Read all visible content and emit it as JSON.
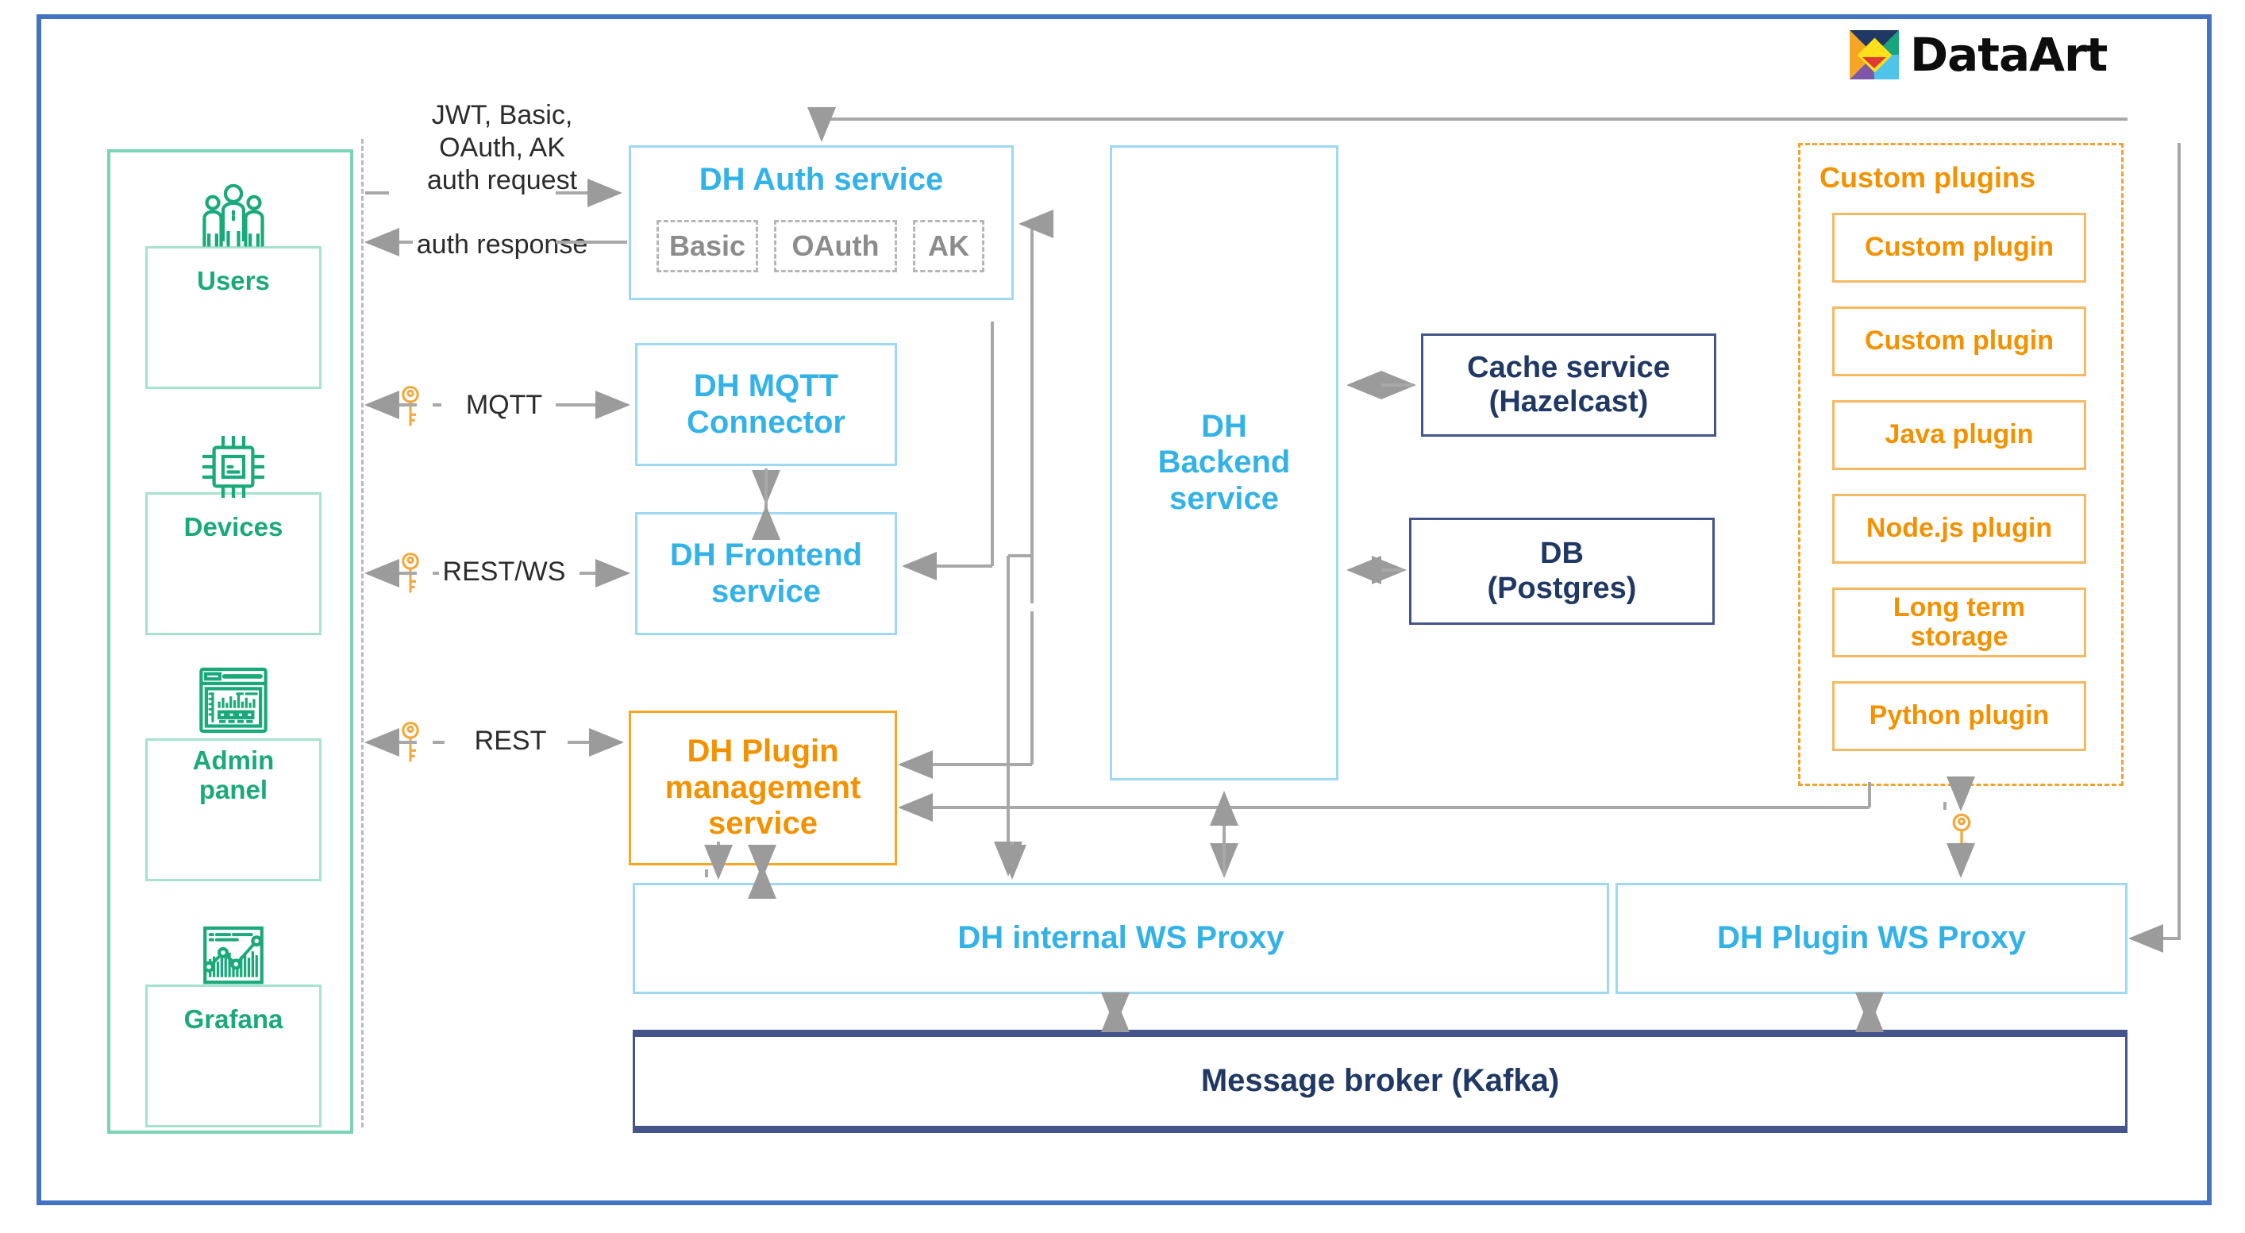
{
  "brand": {
    "name": "DataArt",
    "logo_colors": {
      "orange": "#F5A623",
      "navy": "#1F3864",
      "green": "#18A47C",
      "yellow": "#FFE01B",
      "red": "#E03A34",
      "purple": "#7E57A6",
      "cyan": "#4FC3E8"
    },
    "frame_color": "#4573C4"
  },
  "palette": {
    "blue": "#33B2E8",
    "blue_border": "#9ED8F2",
    "orange": "#F39200",
    "orange_border": "#F5A623",
    "green": "#1AA97A",
    "green_border": "#79D4B4",
    "navy": "#1F3864",
    "navy_border": "#44558C",
    "gray_line": "#A6A6A6"
  },
  "clients": {
    "items": [
      {
        "label": "Users",
        "icon": "users-icon"
      },
      {
        "label": "Devices",
        "icon": "chip-icon"
      },
      {
        "label": "Admin\npanel",
        "icon": "dashboard-icon"
      },
      {
        "label": "Grafana",
        "icon": "chart-icon"
      }
    ]
  },
  "edges": {
    "auth_request": "JWT, Basic,\nOAuth, AK\nauth request",
    "auth_response": "auth response",
    "mqtt": "MQTT",
    "rest_ws": "REST/WS",
    "rest": "REST"
  },
  "services": {
    "auth": {
      "title": "DH Auth service",
      "methods": [
        "Basic",
        "OAuth",
        "AK"
      ]
    },
    "mqtt_connector": "DH MQTT\nConnector",
    "frontend": "DH Frontend\nservice",
    "plugin_management": "DH Plugin\nmanagement\nservice",
    "backend": "DH\nBackend\nservice",
    "cache": "Cache service\n(Hazelcast)",
    "db": "DB\n(Postgres)",
    "internal_ws_proxy": "DH internal WS Proxy",
    "plugin_ws_proxy": "DH Plugin WS Proxy",
    "message_broker": "Message broker (Kafka)"
  },
  "plugins": {
    "title": "Custom plugins",
    "items": [
      "Custom plugin",
      "Custom plugin",
      "Java plugin",
      "Node.js plugin",
      "Long term\nstorage",
      "Python plugin"
    ]
  }
}
